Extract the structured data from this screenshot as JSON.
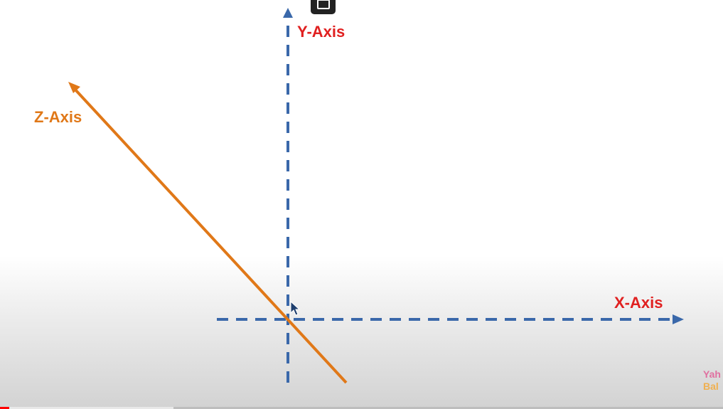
{
  "diagram": {
    "y_axis_label": "Y-Axis",
    "x_axis_label": "X-Axis",
    "z_axis_label": "Z-Axis",
    "colors": {
      "xy_axes": "#3a68aa",
      "z_axis": "#e07818",
      "xy_labels": "#e02020",
      "z_label": "#e07818"
    }
  },
  "overlay": {
    "icon": "picture-in-picture-icon"
  },
  "watermark": {
    "line1": "Yah",
    "line2": "Bal"
  },
  "player": {
    "played_fraction": 0.013,
    "loaded_fraction": 0.24
  }
}
